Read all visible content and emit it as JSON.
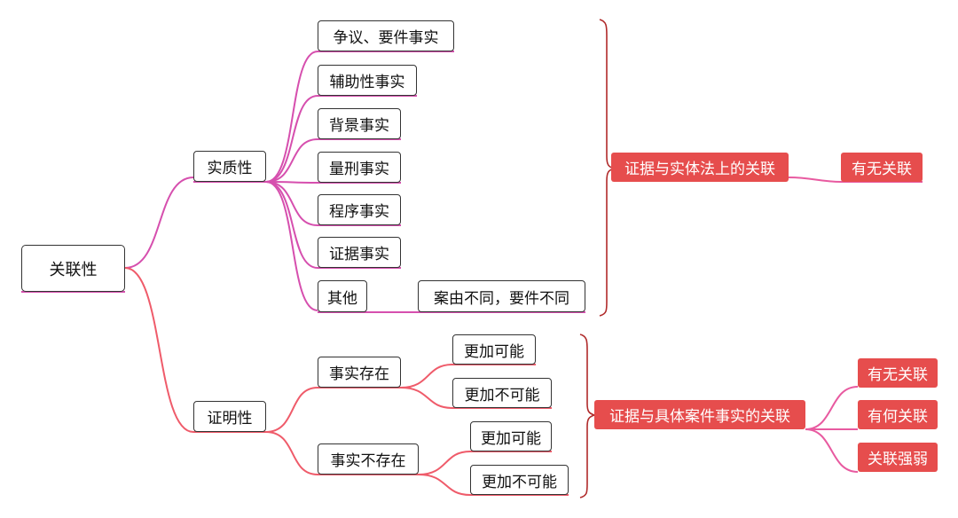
{
  "root": "关联性",
  "branches": {
    "substantive": {
      "label": "实质性",
      "items": [
        "争议、要件事实",
        "辅助性事实",
        "背景事实",
        "量刑事实",
        "程序事实",
        "证据事实",
        "其他"
      ],
      "other_note": "案由不同，要件不同",
      "relation": "证据与实体法上的关联",
      "relation_children": [
        "有无关联"
      ]
    },
    "probative": {
      "label": "证明性",
      "exists": {
        "label": "事实存在",
        "children": [
          "更加可能",
          "更加不可能"
        ]
      },
      "not_exists": {
        "label": "事实不存在",
        "children": [
          "更加可能",
          "更加不可能"
        ]
      },
      "relation": "证据与具体案件事实的关联",
      "relation_children": [
        "有无关联",
        "有何关联",
        "关联强弱"
      ]
    }
  },
  "colors": {
    "branch_top": "#d64fae",
    "branch_bottom": "#ef5b6a",
    "bracket": "#b02a2a",
    "red_node": "#e64d4d",
    "pink_link": "#e85aa0"
  }
}
